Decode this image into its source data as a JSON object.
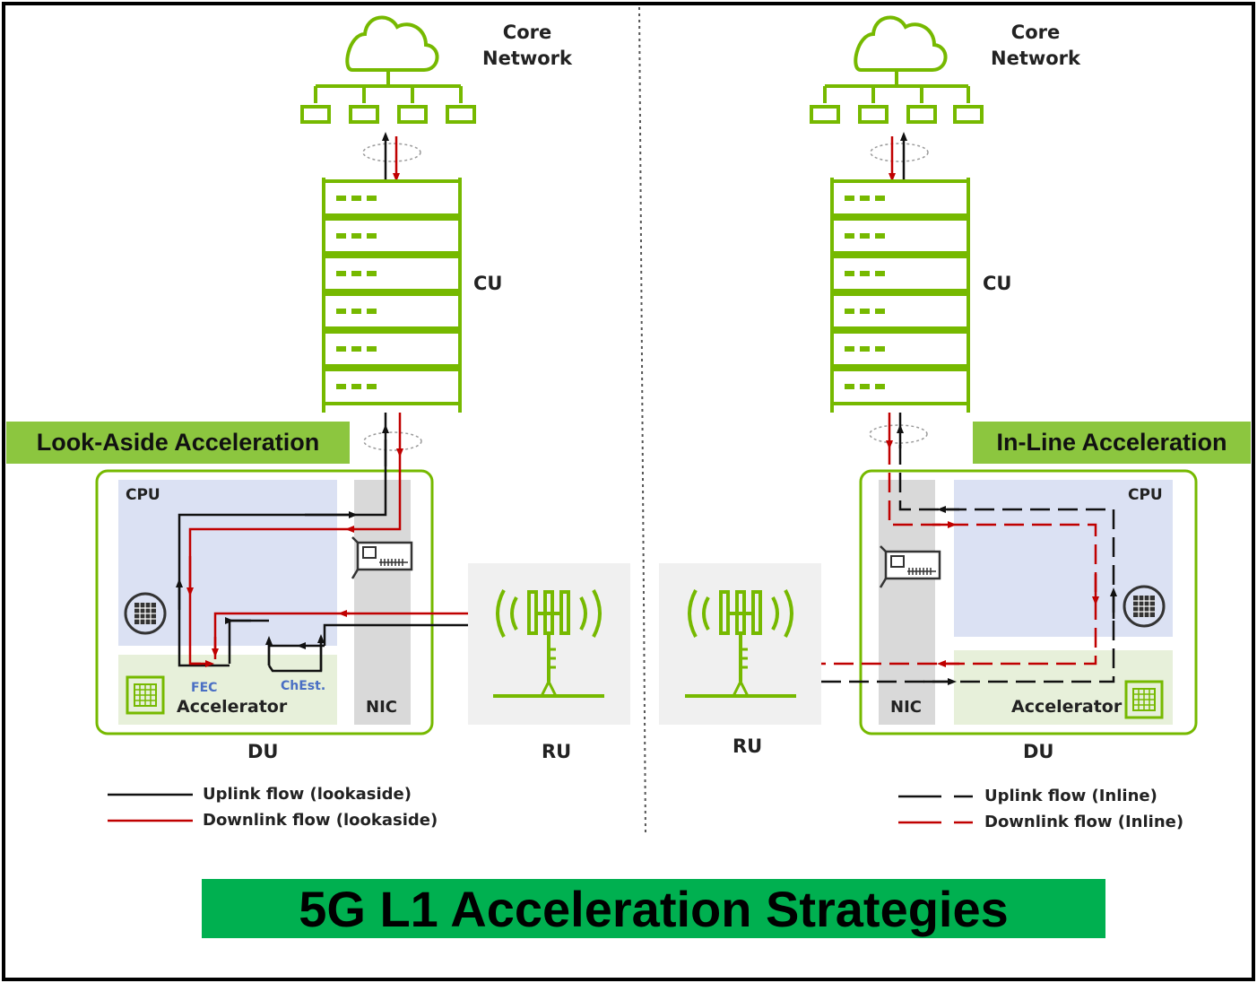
{
  "title": "5G L1 Acceleration Strategies",
  "left": {
    "banner": "Look-Aside Acceleration",
    "core_network": [
      "Core",
      "Network"
    ],
    "cu_label": "CU",
    "du_label": "DU",
    "ru_label": "RU",
    "cpu_label": "CPU",
    "nic_label": "NIC",
    "accelerator_label": "Accelerator",
    "fec_label": "FEC",
    "chest_label": "ChEst.",
    "legend": {
      "uplink": "Uplink flow (lookaside)",
      "downlink": "Downlink flow (lookaside)"
    }
  },
  "right": {
    "banner": "In-Line Acceleration",
    "core_network": [
      "Core",
      "Network"
    ],
    "cu_label": "CU",
    "du_label": "DU",
    "ru_label": "RU",
    "cpu_label": "CPU",
    "nic_label": "NIC",
    "accelerator_label": "Accelerator",
    "legend": {
      "uplink": "Uplink flow (Inline)",
      "downlink": "Downlink flow (Inline)"
    }
  },
  "colors": {
    "green": "#76b900",
    "uplink": "#111111",
    "downlink": "#c00000",
    "cpu_fill": "#dbe1f3",
    "accel_fill": "#e7f0da",
    "nic_fill": "#d9d9d9",
    "ru_fill": "#f0f0f0"
  }
}
